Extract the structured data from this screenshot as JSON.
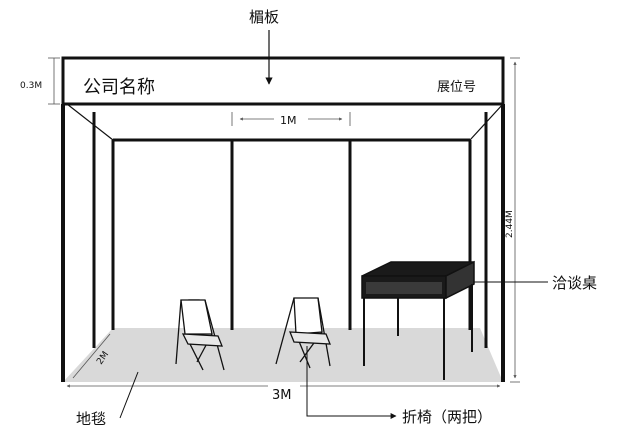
{
  "labels": {
    "header_board": "楣板",
    "company_name": "公司名称",
    "booth_number": "展位号",
    "header_height": "0.3M",
    "post_spacing": "1M",
    "total_height": "2.44M",
    "depth": "2M",
    "width": "3M",
    "negotiation_table": "洽谈桌",
    "carpet": "地毯",
    "folding_chairs": "折椅（两把）"
  },
  "colors": {
    "frame": "#111111",
    "floor": "#d9d9d9",
    "table_top": "#1a1a1a",
    "background": "#ffffff"
  },
  "icons": [
    "arrow-down-icon",
    "leader-arrow-icon",
    "dimension-arrow-icon"
  ]
}
